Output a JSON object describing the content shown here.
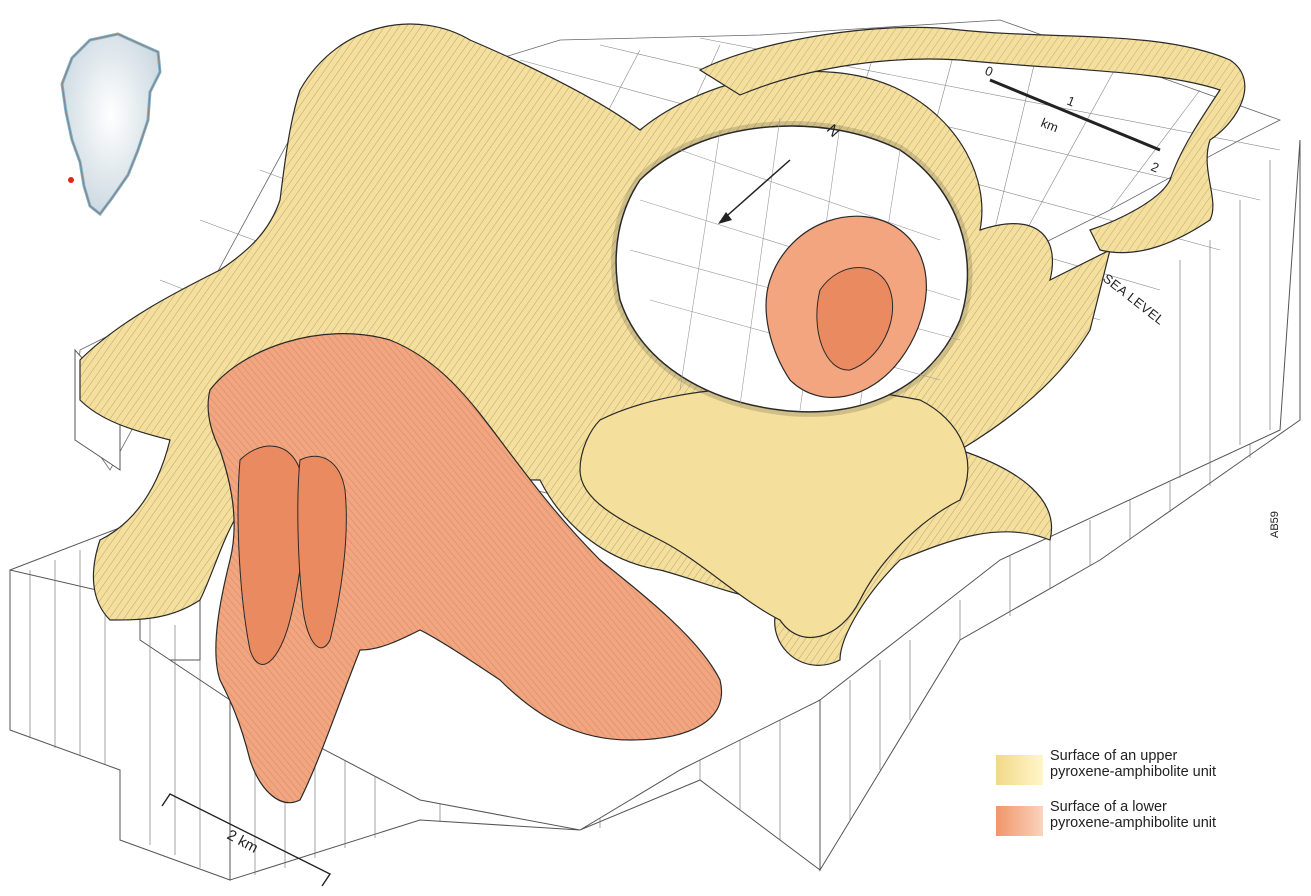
{
  "figure": {
    "scale_bar_left": "2 km",
    "scale_bar_top": {
      "zero": "0",
      "one": "1",
      "unit": "km",
      "two": "2"
    },
    "north_label": "N",
    "sea_level_label": "SEA LEVEL",
    "artist_signature": "AB59",
    "colors": {
      "upper_unit": "#f4df9c",
      "lower_unit": "#f2a57e",
      "block_outline": "#555555",
      "location_dot": "#e2241b"
    },
    "inset_map": {
      "icon": "greenland-locator-map"
    }
  },
  "legend": {
    "items": [
      {
        "line1": "Surface of an upper",
        "line2": "pyroxene-amphibolite unit",
        "color": "#f4df9c"
      },
      {
        "line1": "Surface of a lower",
        "line2": "pyroxene-amphibolite unit",
        "color": "#f2a57e"
      }
    ]
  }
}
